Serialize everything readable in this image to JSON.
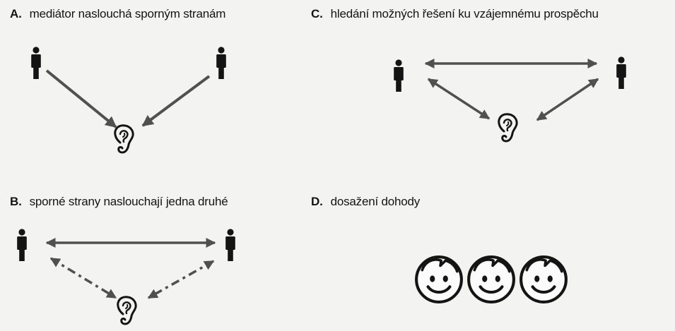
{
  "panels": {
    "a": {
      "letter": "A.",
      "caption": "mediátor naslouchá sporným stranám"
    },
    "b": {
      "letter": "B.",
      "caption": "sporné strany naslouchají jedna druhé"
    },
    "c": {
      "letter": "C.",
      "caption": "hledání možných řešení ku vzájemnému prospěchu"
    },
    "d": {
      "letter": "D.",
      "caption": "dosažení dohody"
    }
  },
  "colors": {
    "ink": "#141414",
    "arrow": "#505050",
    "background": "#f3f3f1"
  },
  "icons": [
    "person-icon",
    "ear-icon",
    "smiley-face-icon"
  ]
}
